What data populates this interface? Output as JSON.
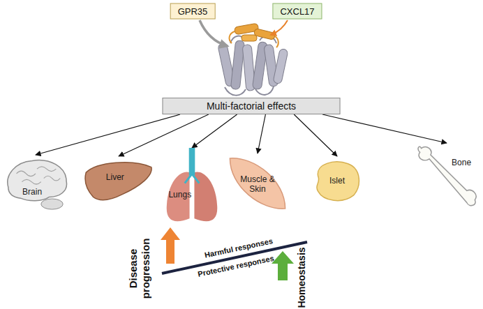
{
  "diagram": {
    "nodes": [
      {
        "text": [
          "GPR35"
        ]
      },
      {
        "text": [
          "CXCL17"
        ]
      },
      {
        "text": [
          "Multi-factorial effects"
        ]
      },
      {
        "text": [
          "Brain"
        ]
      },
      {
        "text": [
          "Liver"
        ]
      },
      {
        "text": [
          "Lungs"
        ]
      },
      {
        "text": [
          "Muscle & Skin"
        ]
      },
      {
        "text": [
          "Islet"
        ]
      },
      {
        "text": [
          "Bone"
        ]
      }
    ],
    "edges": [
      {
        "from": 2,
        "to": 3,
        "arrow": "to"
      },
      {
        "from": 2,
        "to": 4,
        "arrow": "to"
      },
      {
        "from": 2,
        "to": 5,
        "arrow": "to"
      },
      {
        "from": 2,
        "to": 6,
        "arrow": "to"
      },
      {
        "from": 2,
        "to": 7,
        "arrow": "to"
      },
      {
        "from": 2,
        "to": 8,
        "arrow": "to"
      }
    ],
    "labels": [
      "Disease progression",
      "Harmful responses",
      "Protective responses",
      "Homeostasis"
    ]
  }
}
